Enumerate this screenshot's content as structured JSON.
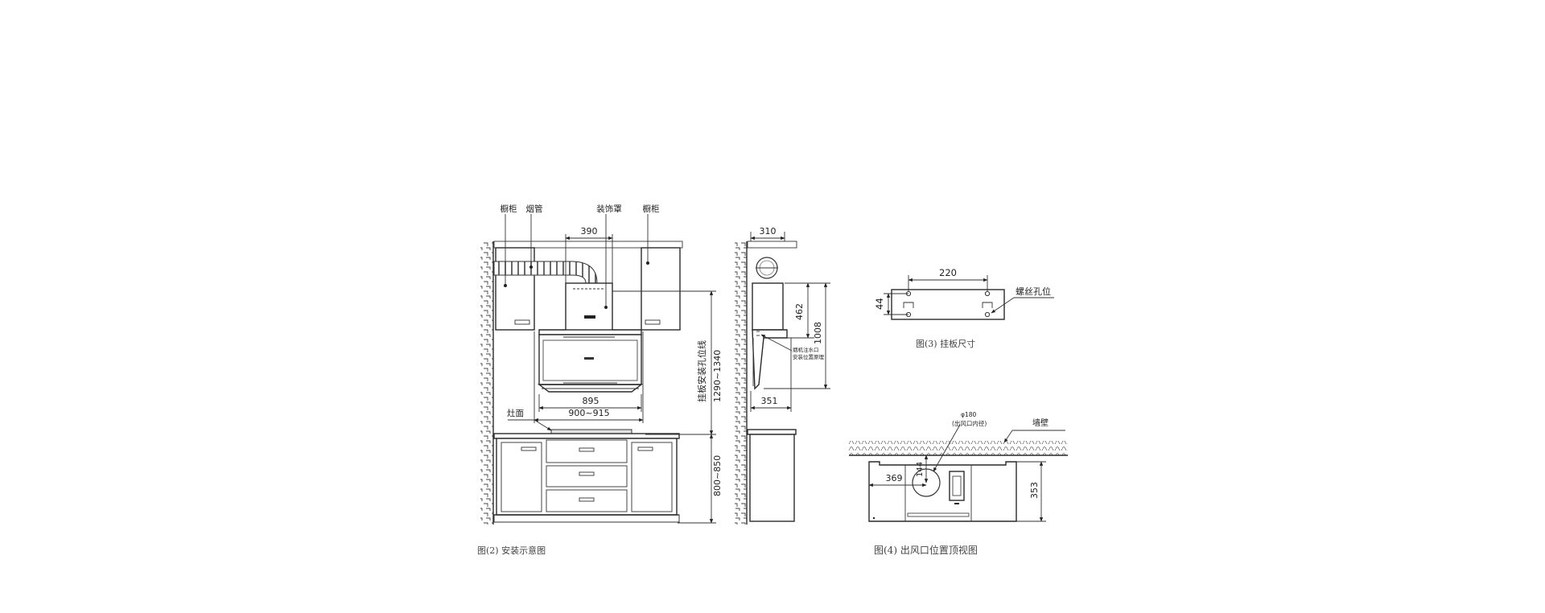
{
  "fig2": {
    "labels": {
      "cabinet_left": "橱柜",
      "duct": "烟管",
      "decor_hood": "装饰罩",
      "cabinet_right": "橱柜",
      "stove_top": "灶面",
      "bracket_axis": "挂板安装孔位线"
    },
    "dims": {
      "hood_offset": "390",
      "hood_width": "895",
      "install_width": "900~915",
      "bracket_height": "1290~1340",
      "counter_height": "800~850"
    },
    "caption": "图(2) 安装示意图"
  },
  "side": {
    "dims": {
      "depth_top": "310",
      "height_462": "462",
      "height_1008": "1008",
      "depth_bottom": "351"
    },
    "note_line1": "烟机注水口",
    "note_line2": "安装位置原理"
  },
  "fig3": {
    "dims": {
      "width": "220",
      "height": "44"
    },
    "screw_label": "螺丝孔位",
    "caption": "图(3) 挂板尺寸"
  },
  "fig4": {
    "diameter": "φ180",
    "diameter_note": "(出风口内径)",
    "wall_label": "墙壁",
    "dims": {
      "offset_x": "369",
      "offset_y": "144",
      "depth": "353"
    },
    "caption": "图(4)  出风口位置顶视图"
  }
}
